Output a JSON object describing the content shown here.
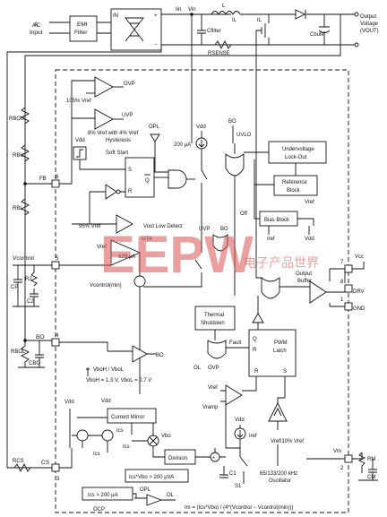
{
  "labels": {
    "ac_input": "AC\nInput",
    "emi_filter": "EMI\nFilter",
    "bridge_in": "IN",
    "iin": "Iin",
    "vin": "Vin",
    "l": "L",
    "il": "IL",
    "il2": "IL",
    "cfilter": "Cfilter",
    "rsense": "RSENSE",
    "cbulk": "Cbulk",
    "output_voltage": "Output\nVoltage\n(VOUT)",
    "rbou": "RBOU",
    "rbu": "RBU",
    "rbl": "RBL",
    "ovp": "OVP",
    "vref105": "105% Vref",
    "uvp_top": "UVP",
    "hysteresis": "8% Vref with 4% Vref\nHysteresis",
    "opl_top": "OPL",
    "vdd_top": "Vdd",
    "vdd_ss": "Vdd",
    "soft_start": "Soft Start",
    "s": "S",
    "r": "R",
    "qbar": "Q",
    "ua200": "200 μA",
    "bo_top": "BO",
    "uvlo": "UVLO",
    "undervoltage": "Undervoltage\nLock-Out",
    "reference_block": "Reference\nBlock",
    "vref_ref": "Vref",
    "fb": "FB",
    "pin6": "6",
    "vref95": "95% Vref",
    "vout_low": "Vout Low Detect",
    "off": "Off",
    "bias_block": "Bias Block",
    "iref": "Iref",
    "vdd_bias": "Vdd",
    "uvp_mid": "UVP",
    "bo_mid": "BO",
    "ota": "OTA",
    "vref_ota": "Vref",
    "ua28": "±28 μA",
    "vcontrol": "Vcontrol",
    "pin5": "5",
    "r2": "R2",
    "cp": "CP",
    "c2": "C2",
    "vcontrol_min": "Vcontrol(min)",
    "vcc": "Vcc",
    "pin7": "7",
    "output_buffer": "Output\nBuffer",
    "pin8": "8",
    "drv": "DRV",
    "pin1": "1",
    "gnd": "GND",
    "thermal": "Thermal\nShutdown",
    "bo_pin": "BO",
    "pin4": "4",
    "rbol": "RBOL",
    "cbo": "CBO",
    "bo_comp": "BO",
    "vboh": "VboH / VboL",
    "vboh_eq": "VboH = 1.3 V, VboL = 0.7 V",
    "ol": "OL",
    "ovp_low": "OVP",
    "fault": "Fault",
    "q": "Q",
    "r_latch": "R",
    "pwm_latch": "PWM\nLatch",
    "r_latch2": "R",
    "s_latch": "S",
    "vref_ramp": "Vref",
    "vramp": "Vramp",
    "vdd_cm": "Vdd",
    "current_mirror": "Current Mirror",
    "ics1": "Ics",
    "ics2": "Ics",
    "ics3": "Ics",
    "vbo": "Vbo",
    "division": "Division",
    "vdd_osc": "Vdd",
    "iref_osc": "Iref",
    "vref10": "Vref/10% Vref",
    "ics_vbo": "Ics*Vbo > 200 μVA",
    "rcs": "RCS",
    "cs": "CS",
    "pin3": "3",
    "c1": "C1",
    "s1": "S1",
    "oscillator": "65/133/200 kHz\nOscillator",
    "opl_low": "OPL",
    "ol_low": "OL",
    "ocp_cond": "Ics > 200 μA",
    "ocp": "OCP",
    "im_eq": "Im = (Ics*Vbo) / (4*(Vcontrol − Vcontrol(min)))",
    "vm": "Vm",
    "pin2": "2",
    "rm": "RM",
    "cm": "CM",
    "watermark": "EEPW",
    "watermark_cn": "电子产品世界"
  }
}
